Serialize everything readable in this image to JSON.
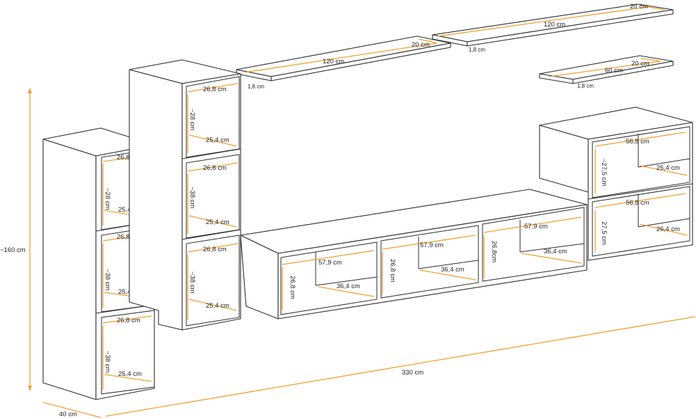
{
  "colors": {
    "dimension_line": "#f0a030",
    "outline": "#2b2b2b",
    "background": "#ffffff"
  },
  "overall": {
    "height": "~160 cm",
    "depth": "40 cm",
    "width": "330 cm"
  },
  "shelves": {
    "top_right": {
      "length": "120 cm",
      "depth": "20 cm",
      "thickness": "1,8 cm"
    },
    "top_left": {
      "length": "120 cm",
      "depth": "20 cm",
      "thickness": "1,8 cm"
    },
    "small": {
      "length": "60 cm",
      "depth": "20 cm",
      "thickness": "1,8 cm"
    }
  },
  "left_cabinet": {
    "c1": {
      "width": "26,8 cm",
      "height": "~28 cm",
      "depth": "25,4 cm"
    },
    "c2": {
      "width": "26,8 cm",
      "height": "~38 cm",
      "depth": "25,4 cm"
    },
    "c3": {
      "width": "26,8 cm",
      "height": "~38 cm",
      "depth": "25,4 cm"
    }
  },
  "mid_cabinet": {
    "c1": {
      "width": "26,8 cm",
      "height": "~28 cm",
      "depth": "25,4 cm"
    },
    "c2": {
      "width": "26,8 cm",
      "height": "~38 cm",
      "depth": "25,4 cm"
    },
    "c3": {
      "width": "26,8 cm",
      "height": "~38 cm",
      "depth": "25,4 cm"
    }
  },
  "tv_unit": {
    "c1": {
      "width": "57,9 cm",
      "height": "26,8 cm",
      "depth": "36,4 cm"
    },
    "c2": {
      "width": "57,9 cm",
      "height": "26,8 cm",
      "depth": "36,4 cm"
    },
    "c3": {
      "width": "57,9 cm",
      "height": "26,8cm",
      "depth": "36,4 cm"
    }
  },
  "right_cabinet": {
    "c1": {
      "width": "56,8 cm",
      "height": "~27,5 cm",
      "depth": "25,4 cm"
    },
    "c2": {
      "width": "56,8 cm",
      "height": "27,5 cm",
      "depth": "26,4 cm"
    }
  }
}
